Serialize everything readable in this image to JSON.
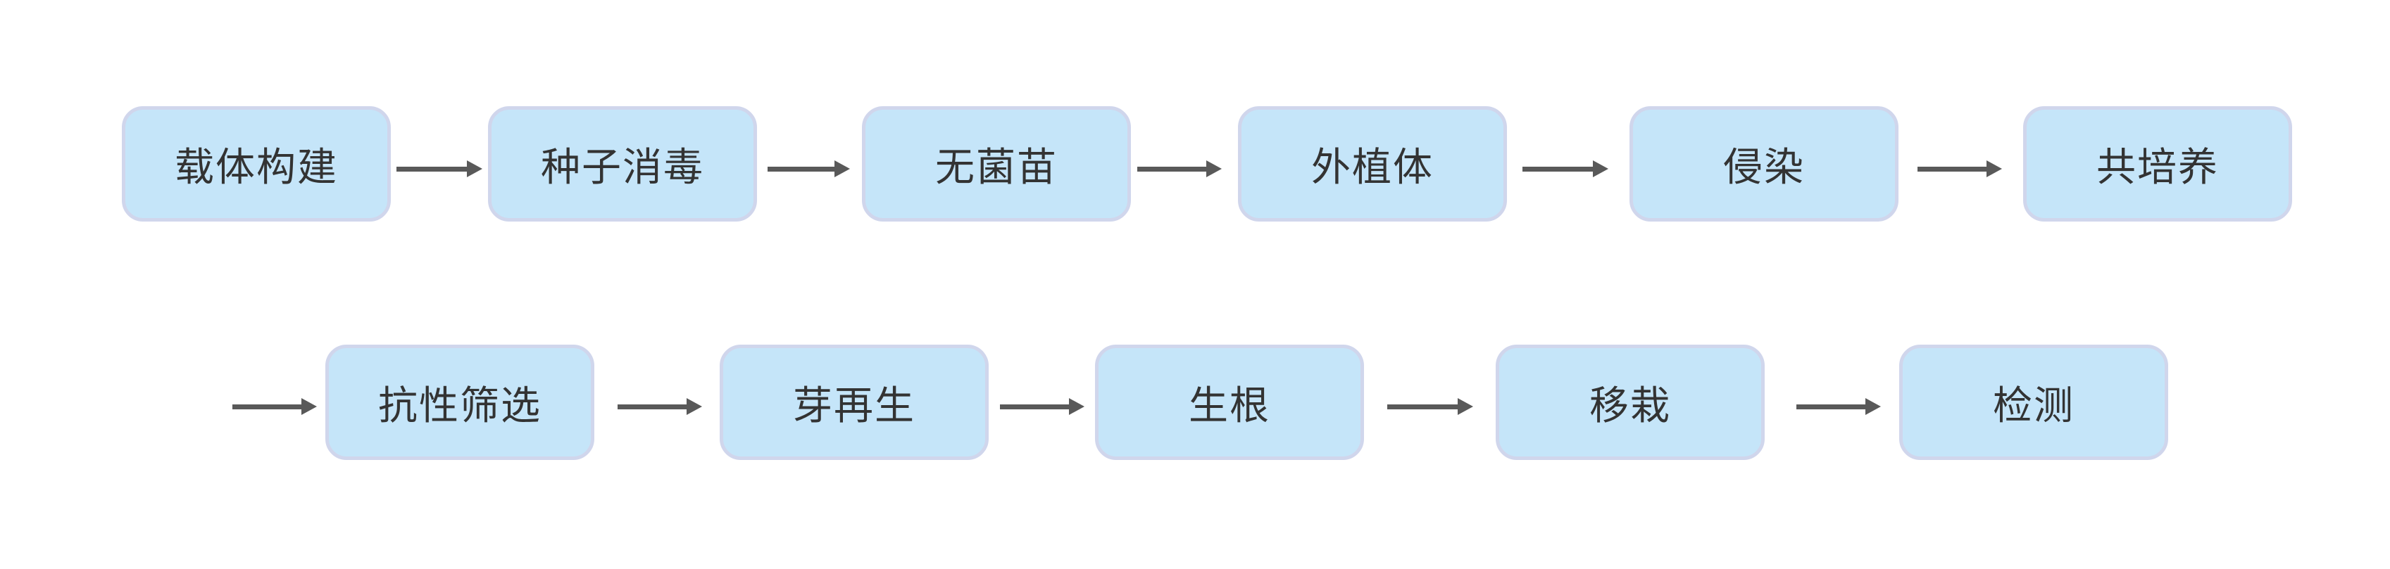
{
  "flow": {
    "row1": [
      "载体构建",
      "种子消毒",
      "无菌苗",
      "外植体",
      "侵染",
      "共培养"
    ],
    "row2": [
      "抗性筛选",
      "芽再生",
      "生根",
      "移栽",
      "检测"
    ]
  },
  "colors": {
    "node_fill": "#c5e5f9",
    "node_border": "#d0d6ec",
    "text": "#333333",
    "arrow": "#595959"
  }
}
